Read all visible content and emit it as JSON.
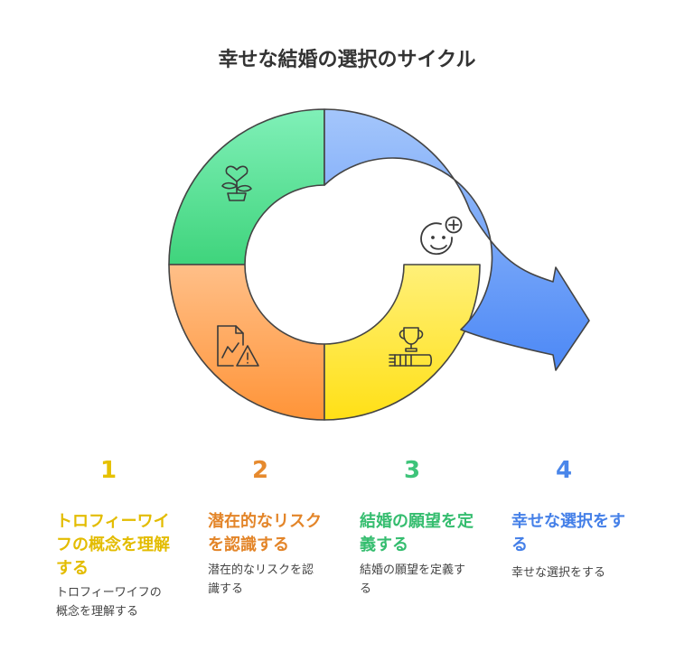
{
  "title": "幸せな結婚の選択のサイクル",
  "icons": [
    "heart-plant-icon",
    "chart-warning-icon",
    "trophy-books-icon",
    "smiley-plus-icon"
  ],
  "colors": {
    "stage1": "#ffe02a",
    "stage2": "#ff9a40",
    "stage3": "#3dcf77",
    "stage4": "#4f8cf7"
  },
  "steps": [
    {
      "number": "1",
      "heading": "トロフィーワイフの概念を理解する",
      "heading_lines": [
        "トロフィーワイ",
        "フの概念を理解",
        "する"
      ],
      "description_lines": [
        "トロフィーワイフの",
        "概念を理解する"
      ]
    },
    {
      "number": "2",
      "heading": "潜在的なリスクを認識する",
      "heading_lines": [
        "潜在的なリスク",
        "を認識する"
      ],
      "description_lines": [
        "潜在的なリスクを認",
        "識する"
      ]
    },
    {
      "number": "3",
      "heading": "結婚の願望を定義する",
      "heading_lines": [
        "結婚の願望を定",
        "義する"
      ],
      "description_lines": [
        "結婚の願望を定義す",
        "る"
      ]
    },
    {
      "number": "4",
      "heading": "幸せな選択をする",
      "heading_lines": [
        "幸せな選択をす",
        "る"
      ],
      "description_lines": [
        "幸せな選択をする"
      ]
    }
  ]
}
